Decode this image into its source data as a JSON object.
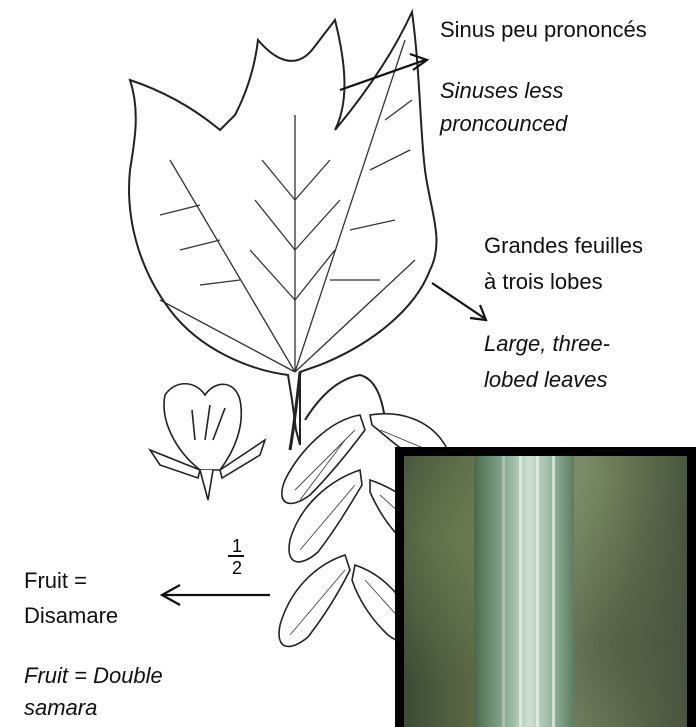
{
  "labels": {
    "sinus_fr": "Sinus peu prononcés",
    "sinus_en_1": "Sinuses less",
    "sinus_en_2": "proncounced",
    "leaves_fr_1": "Grandes feuilles",
    "leaves_fr_2": "à trois lobes",
    "leaves_en_1": "Large, three-",
    "leaves_en_2": "lobed leaves",
    "fruit_fr_1": "Fruit =",
    "fruit_fr_2": "Disamare",
    "fruit_en_1": "Fruit = Double",
    "fruit_en_2": "samara",
    "scale_num": "1",
    "scale_den": "2"
  },
  "colors": {
    "ink": "#111111",
    "frame": "#000000"
  }
}
